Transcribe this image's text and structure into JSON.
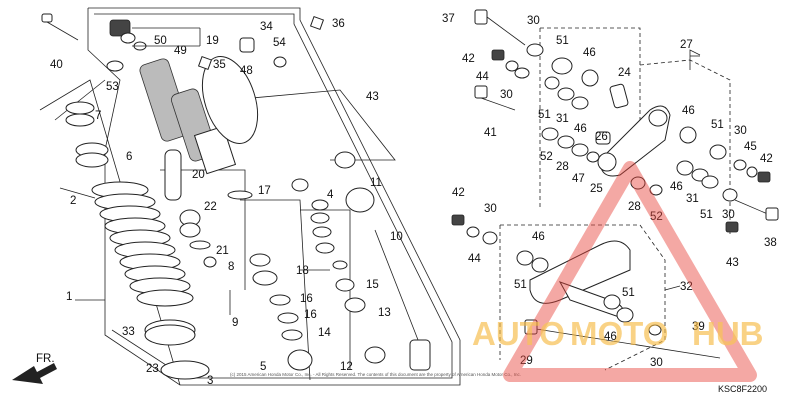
{
  "diagram": {
    "code": "KSC8F2200",
    "front_marker": "FR.",
    "copyright": "(c) 2015 American Honda Motor Co., Inc. - All Rights Reserved. The contents of this document are the property of American Honda Motor Co., Inc.",
    "watermark": {
      "word_left": "AUTO",
      "word_mid": "MOTO",
      "word_right": "HUB",
      "color_red": "#e8463c",
      "color_orange": "#f5b840"
    },
    "callouts": {
      "c1": "1",
      "c2": "2",
      "c3": "3",
      "c4": "4",
      "c5": "5",
      "c6": "6",
      "c7": "7",
      "c8": "8",
      "c9": "9",
      "c10": "10",
      "c11": "11",
      "c12": "12",
      "c13": "13",
      "c14": "14",
      "c15": "15",
      "c16a": "16",
      "c16b": "16",
      "c17": "17",
      "c18": "18",
      "c19": "19",
      "c20": "20",
      "c21": "21",
      "c22": "22",
      "c23": "23",
      "c24": "24",
      "c25": "25",
      "c26": "26",
      "c27": "27",
      "c28a": "28",
      "c28b": "28",
      "c29": "29",
      "c30a": "30",
      "c30b": "30",
      "c30c": "30",
      "c30d": "30",
      "c30e": "30",
      "c31a": "31",
      "c31b": "31",
      "c32": "32",
      "c33": "33",
      "c34": "34",
      "c35": "35",
      "c36": "36",
      "c37": "37",
      "c38": "38",
      "c39": "39",
      "c40": "40",
      "c41": "41",
      "c42a": "42",
      "c42b": "42",
      "c42c": "42",
      "c43a": "43",
      "c43b": "43",
      "c44a": "44",
      "c44b": "44",
      "c45": "45",
      "c46a": "46",
      "c46b": "46",
      "c46c": "46",
      "c46d": "46",
      "c46e": "46",
      "c46f": "46",
      "c47": "47",
      "c48": "48",
      "c49": "49",
      "c50": "50",
      "c51a": "51",
      "c51b": "51",
      "c51c": "51",
      "c51d": "51",
      "c51e": "51",
      "c51f": "51",
      "c52a": "52",
      "c52b": "52",
      "c53": "53",
      "c54": "54"
    }
  }
}
